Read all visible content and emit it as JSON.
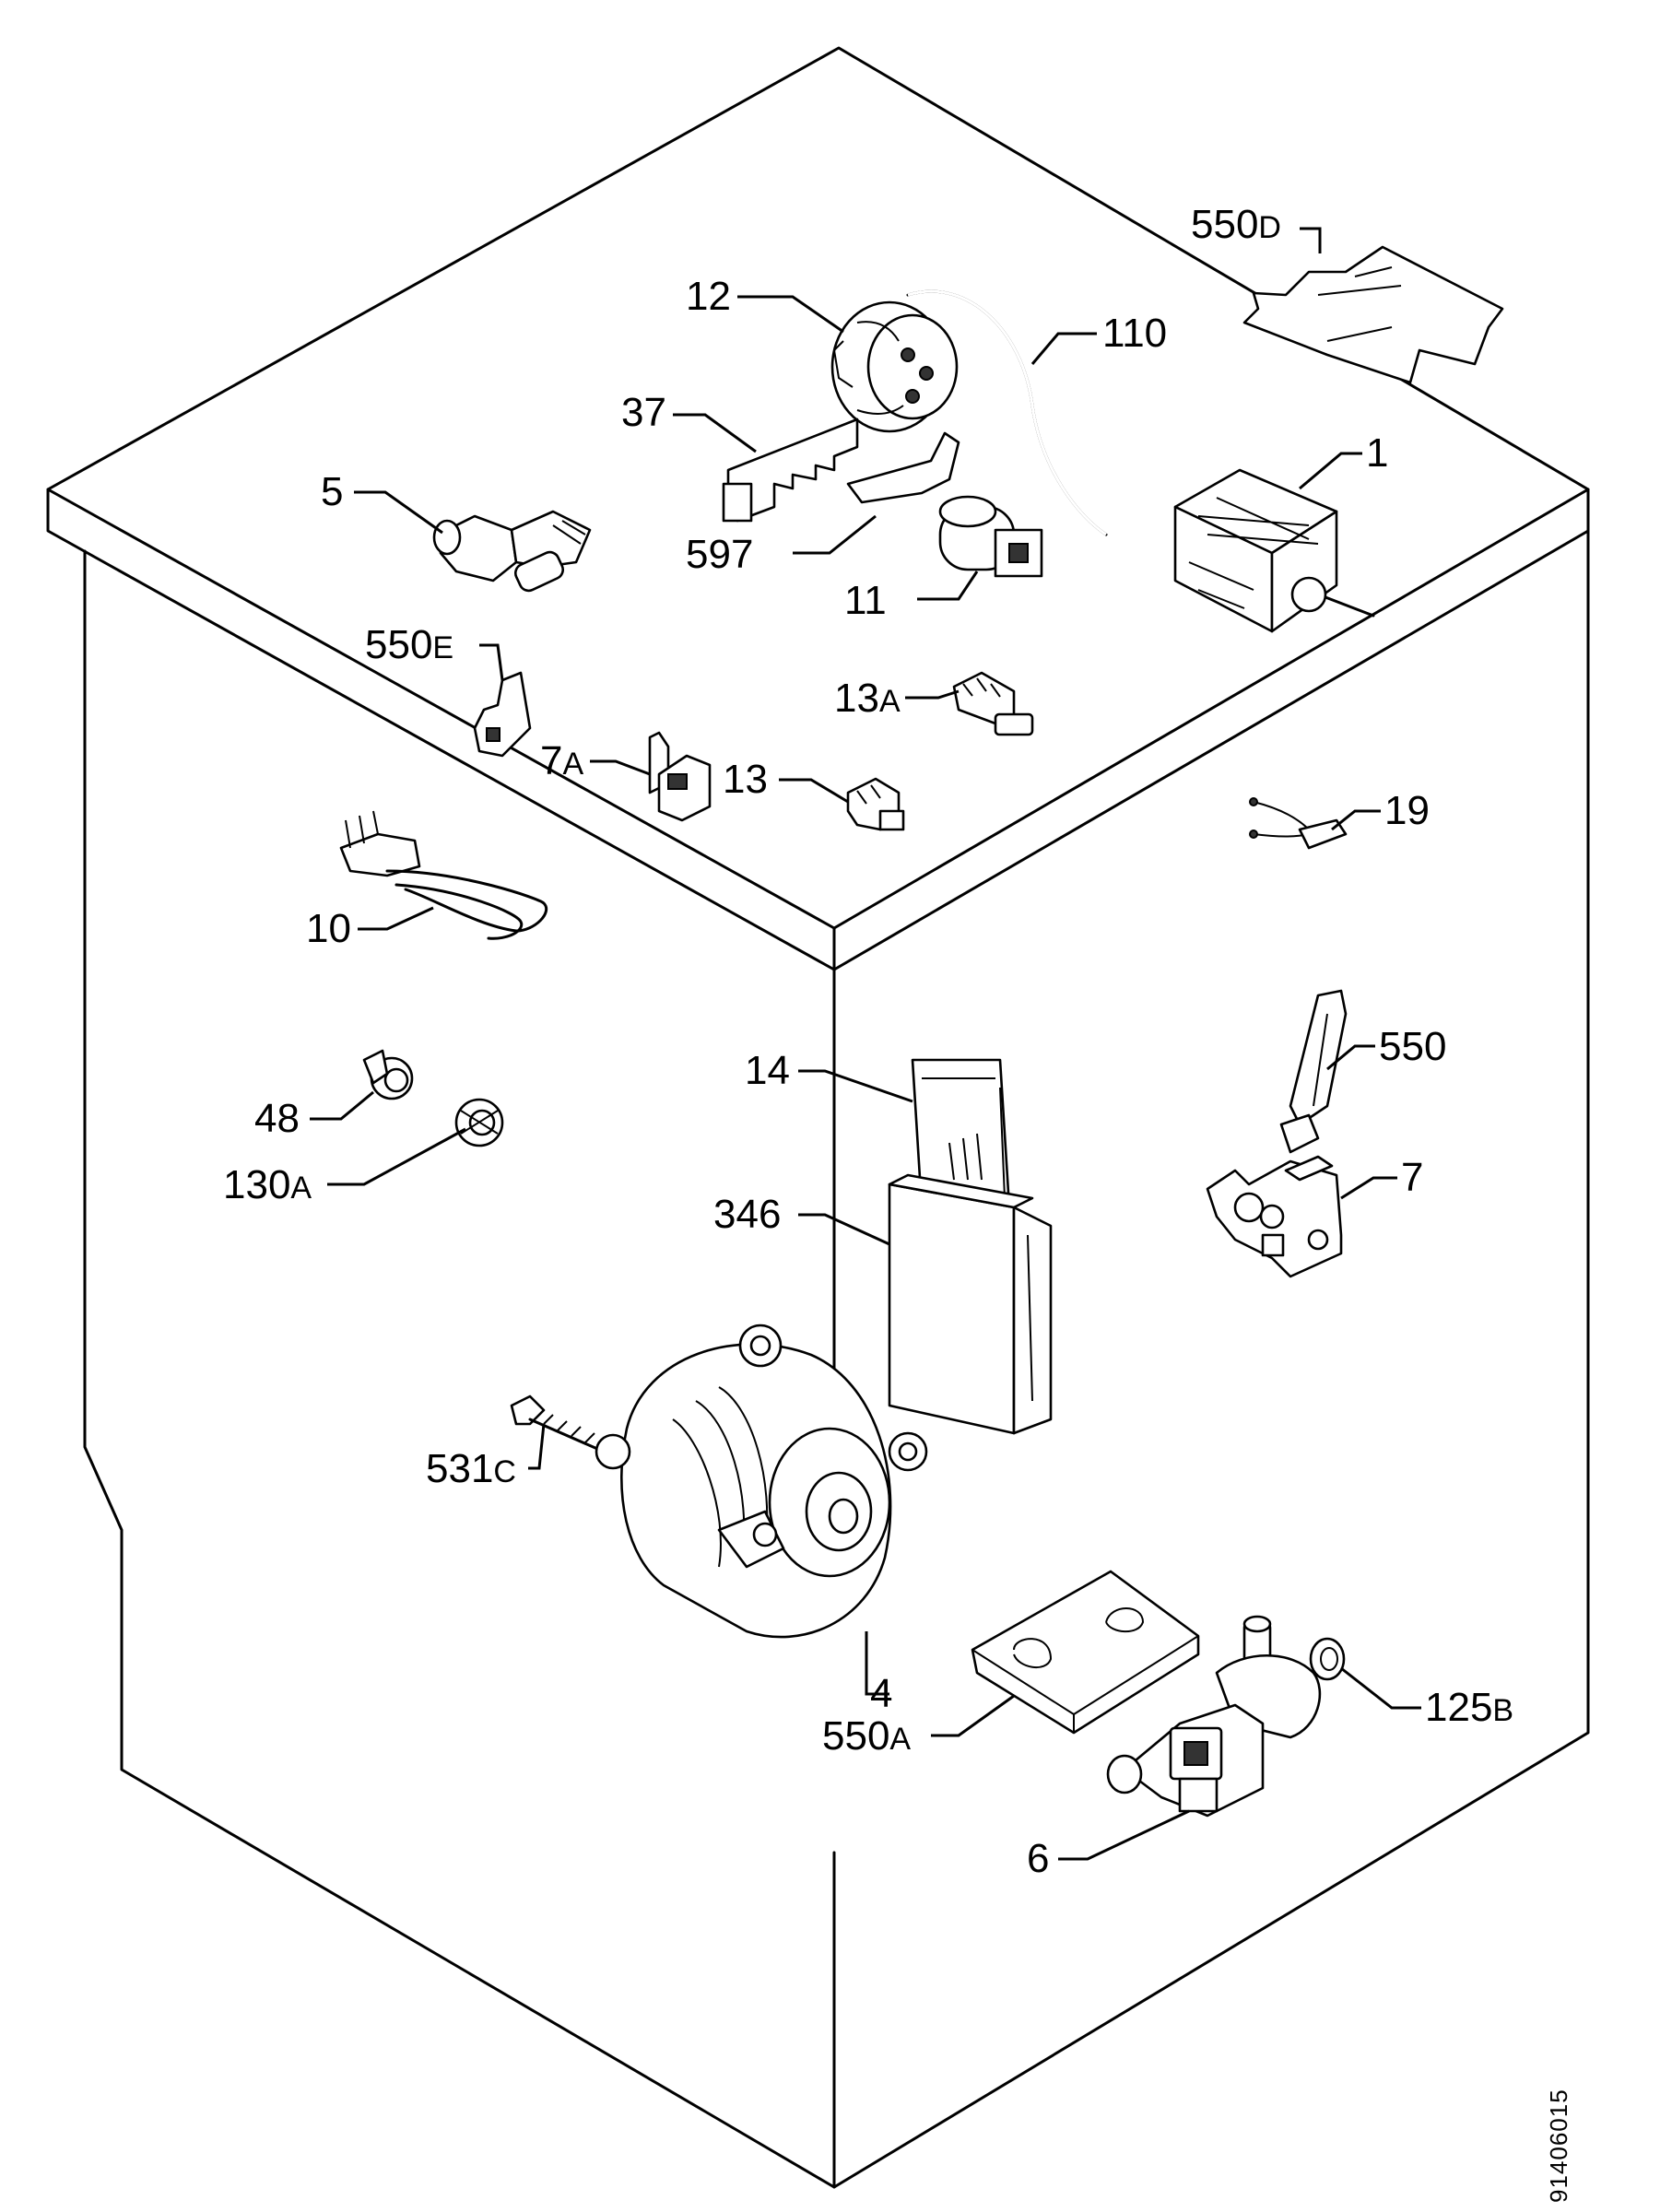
{
  "diagram": {
    "drawing_number": "91406015",
    "callouts": [
      {
        "id": "550D",
        "num": "550",
        "suffix": "D"
      },
      {
        "id": "12",
        "num": "12",
        "suffix": ""
      },
      {
        "id": "110",
        "num": "110",
        "suffix": ""
      },
      {
        "id": "37",
        "num": "37",
        "suffix": ""
      },
      {
        "id": "1",
        "num": "1",
        "suffix": ""
      },
      {
        "id": "5",
        "num": "5",
        "suffix": ""
      },
      {
        "id": "597",
        "num": "597",
        "suffix": ""
      },
      {
        "id": "11",
        "num": "11",
        "suffix": ""
      },
      {
        "id": "550E",
        "num": "550",
        "suffix": "E"
      },
      {
        "id": "13A",
        "num": "13",
        "suffix": "A"
      },
      {
        "id": "7A",
        "num": "7",
        "suffix": "A"
      },
      {
        "id": "13",
        "num": "13",
        "suffix": ""
      },
      {
        "id": "19",
        "num": "19",
        "suffix": ""
      },
      {
        "id": "10",
        "num": "10",
        "suffix": ""
      },
      {
        "id": "550",
        "num": "550",
        "suffix": ""
      },
      {
        "id": "14",
        "num": "14",
        "suffix": ""
      },
      {
        "id": "48",
        "num": "48",
        "suffix": ""
      },
      {
        "id": "7",
        "num": "7",
        "suffix": ""
      },
      {
        "id": "130A",
        "num": "130",
        "suffix": "A"
      },
      {
        "id": "346",
        "num": "346",
        "suffix": ""
      },
      {
        "id": "531C",
        "num": "531",
        "suffix": "C"
      },
      {
        "id": "4",
        "num": "4",
        "suffix": ""
      },
      {
        "id": "125B",
        "num": "125",
        "suffix": "B"
      },
      {
        "id": "550A",
        "num": "550",
        "suffix": "A"
      },
      {
        "id": "6",
        "num": "6",
        "suffix": ""
      }
    ]
  }
}
